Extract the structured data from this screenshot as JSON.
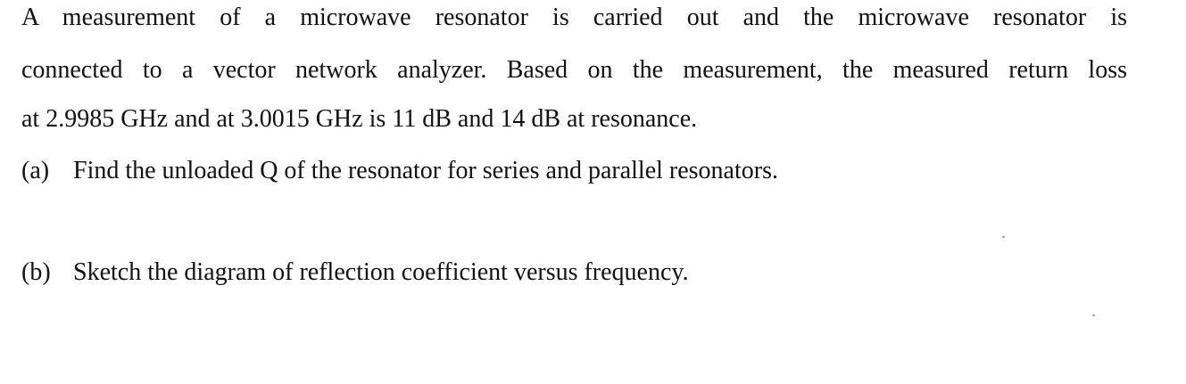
{
  "problem": {
    "statement_lines": [
      "A measurement of a microwave resonator is carried out and the microwave resonator is",
      "connected to a vector network analyzer. Based on the measurement, the measured return loss",
      "at 2.9985 GHz and at 3.0015 GHz is 11 dB and 14 dB at resonance."
    ],
    "parts": [
      {
        "label": "(a)",
        "text": "Find the unloaded Q of the resonator for series and parallel resonators."
      },
      {
        "label": "(b)",
        "text": "Sketch the diagram of reflection coefficient versus frequency."
      }
    ]
  }
}
